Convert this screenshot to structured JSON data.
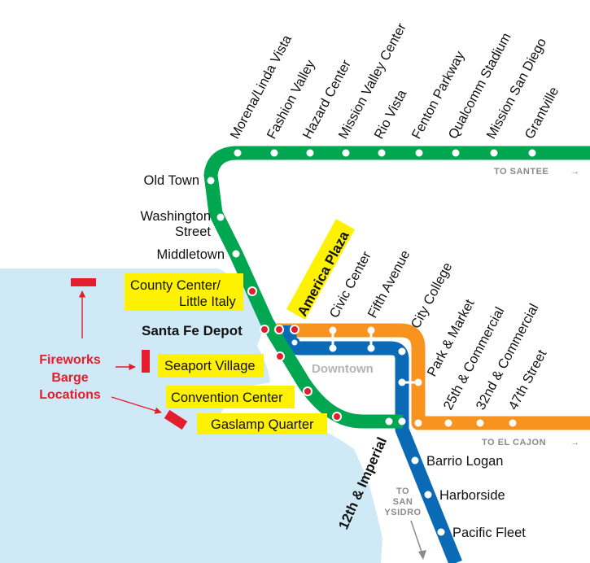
{
  "colors": {
    "green_line": "#00a650",
    "blue_line": "#0a6ab6",
    "orange_line": "#f7931e",
    "water": "#cfeaf6",
    "highlight": "#fff200",
    "fireworks_red": "#e31d2b",
    "direction_gray": "#8a8a8a"
  },
  "green_top_stations": [
    "Morena/Linda Vista",
    "Fashion Valley",
    "Hazard Center",
    "Mission Valley Center",
    "Rio Vista",
    "Fenton Parkway",
    "Qualcomm Stadium",
    "Mission San Diego",
    "Grantville"
  ],
  "green_west_stations": [
    "Old Town",
    "Washington",
    "Street",
    "Middletown"
  ],
  "highlighted_stations": {
    "county_center_line1": "County Center/",
    "county_center_line2": "Little Italy",
    "santa_fe_depot": "Santa Fe Depot",
    "seaport_village": "Seaport Village",
    "convention_center": "Convention Center",
    "gaslamp_quarter": "Gaslamp Quarter",
    "america_plaza": "America Plaza"
  },
  "downtown_stations": [
    "Civic Center",
    "Fifth Avenue",
    "City College",
    "Park & Market"
  ],
  "orange_east_stations": [
    "25th & Commercial",
    "32nd & Commercial",
    "47th Street"
  ],
  "transfer_station": "12th & Imperial",
  "blue_south_stations": [
    "Barrio Logan",
    "Harborside",
    "Pacific Fleet"
  ],
  "downtown_label": "Downtown",
  "directions": {
    "santee": "TO SANTEE",
    "el_cajon": "TO EL CAJON",
    "san_ysidro_1": "TO",
    "san_ysidro_2": "SAN",
    "san_ysidro_3": "YSIDRO",
    "arrow": "→"
  },
  "fireworks": {
    "line1": "Fireworks",
    "line2": "Barge",
    "line3": "Locations"
  }
}
